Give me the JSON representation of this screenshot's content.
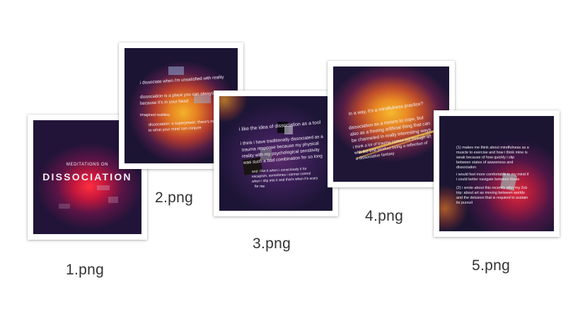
{
  "files": [
    {
      "label": "1.png",
      "image": {
        "kicker": "MEDITATIONS ON",
        "title": "DISSOCIATION"
      }
    },
    {
      "label": "2.png",
      "image": {
        "lines": [
          "i dissociate when i'm unsatisfied with reality",
          "dissociation is a place you can always access",
          "because it's in your head",
          "imagined realities",
          "dissociation: a superpower; there's no limit",
          "to what your mind can conjure"
        ]
      }
    },
    {
      "label": "3.png",
      "image": {
        "lines": [
          "i like the idea of dissociation as a tool",
          "i think i have traditionally dissociated as a",
          "trauma response because my physical",
          "reality with my psychological sensitivity",
          "was such a bad combination for so long",
          "and i like it when i consciously it for",
          "escapism. sometimes i cannot control",
          "when i slip into it and that's when it's scary",
          "for me"
        ]
      }
    },
    {
      "label": "4.png",
      "image": {
        "lines": [
          "in a way, it's a mindfulness practice?",
          "dissociation as a means to cope, but",
          "also as a freeing artificial thing that can",
          "be channeled in really interesting ways",
          "i think a lot of trauma comes out through art",
          "with the end product being a reflection of",
          "a dissociative fantasy"
        ]
      }
    },
    {
      "label": "5.png",
      "image": {
        "lines": [
          "(1) makes me think about mindfulness as a",
          "muscle to exercise and how i think mine is",
          "weak because of how quickly i slip",
          "between states of awareness and",
          "dissociation",
          "i would feel more comfortable in my mind if",
          "i could better navigate between these",
          "(2) i wrote about this recently after my 2cb",
          "trip: about art as moving between worlds",
          "and the delusion that is required to sustain",
          "its pursuit"
        ]
      }
    }
  ],
  "colors": {
    "page_background": "#ffffff",
    "label_text": "#333333",
    "thumb_background": "#17122e",
    "glow_red": "#e0283a",
    "glow_orange": "#f29a1f"
  }
}
